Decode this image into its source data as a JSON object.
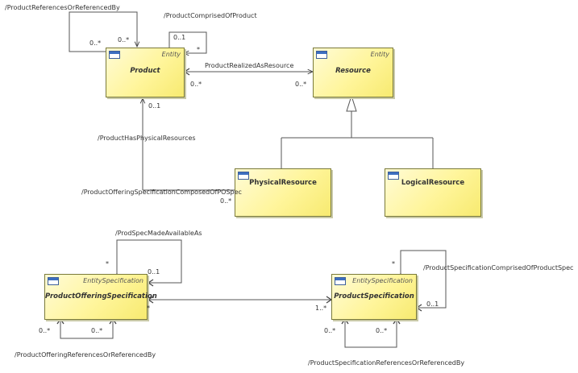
{
  "classes": {
    "product": {
      "name": "Product",
      "stereotype": "Entity"
    },
    "resource": {
      "name": "Resource",
      "stereotype": "Entity"
    },
    "physical_resource": {
      "name": "PhysicalResource"
    },
    "logical_resource": {
      "name": "LogicalResource"
    },
    "product_offering_specification": {
      "name": "ProductOfferingSpecification",
      "stereotype": "EntitySpecification"
    },
    "product_specification": {
      "name": "ProductSpecification",
      "stereotype": "EntitySpecification"
    }
  },
  "associations": {
    "product_references": "/ProductReferencesOrReferencedBy",
    "product_comprised": "/ProductComprisedOfProduct",
    "product_realized": "ProductRealizedAsResource",
    "product_has_physical": "/ProductHasPhysicalResources",
    "pos_composed": "/ProductOfferingSpecificationComposedOfPOSpec",
    "prodspec_available": "/ProdSpecMadeAvailableAs",
    "ps_comprised": "/ProductSpecificationComprisedOfProductSpec",
    "pos_references": "/ProductOfferingReferencesOrReferencedBy",
    "ps_references": "/ProductSpecificationReferencesOrReferencedBy"
  },
  "multiplicities": {
    "m_pref_left": "0..*",
    "m_pref_right": "0..*",
    "m_pcomp_top": "0..1",
    "m_pcomp_star": "*",
    "m_prod_res_src": "0..*",
    "m_prod_res_tgt": "0..*",
    "m_prod_phys_top": "0..1",
    "m_phys_bottom": "0..*",
    "m_posa_star": "*",
    "m_posa_01": "0..1",
    "m_pos_ps_star": "*",
    "m_pos_ps_1n": "1..*",
    "m_psc_star": "*",
    "m_psc_01": "0..1",
    "m_posref_left": "0..*",
    "m_posref_right": "0..*",
    "m_psref_left": "0..*",
    "m_psref_right": "0..*"
  }
}
